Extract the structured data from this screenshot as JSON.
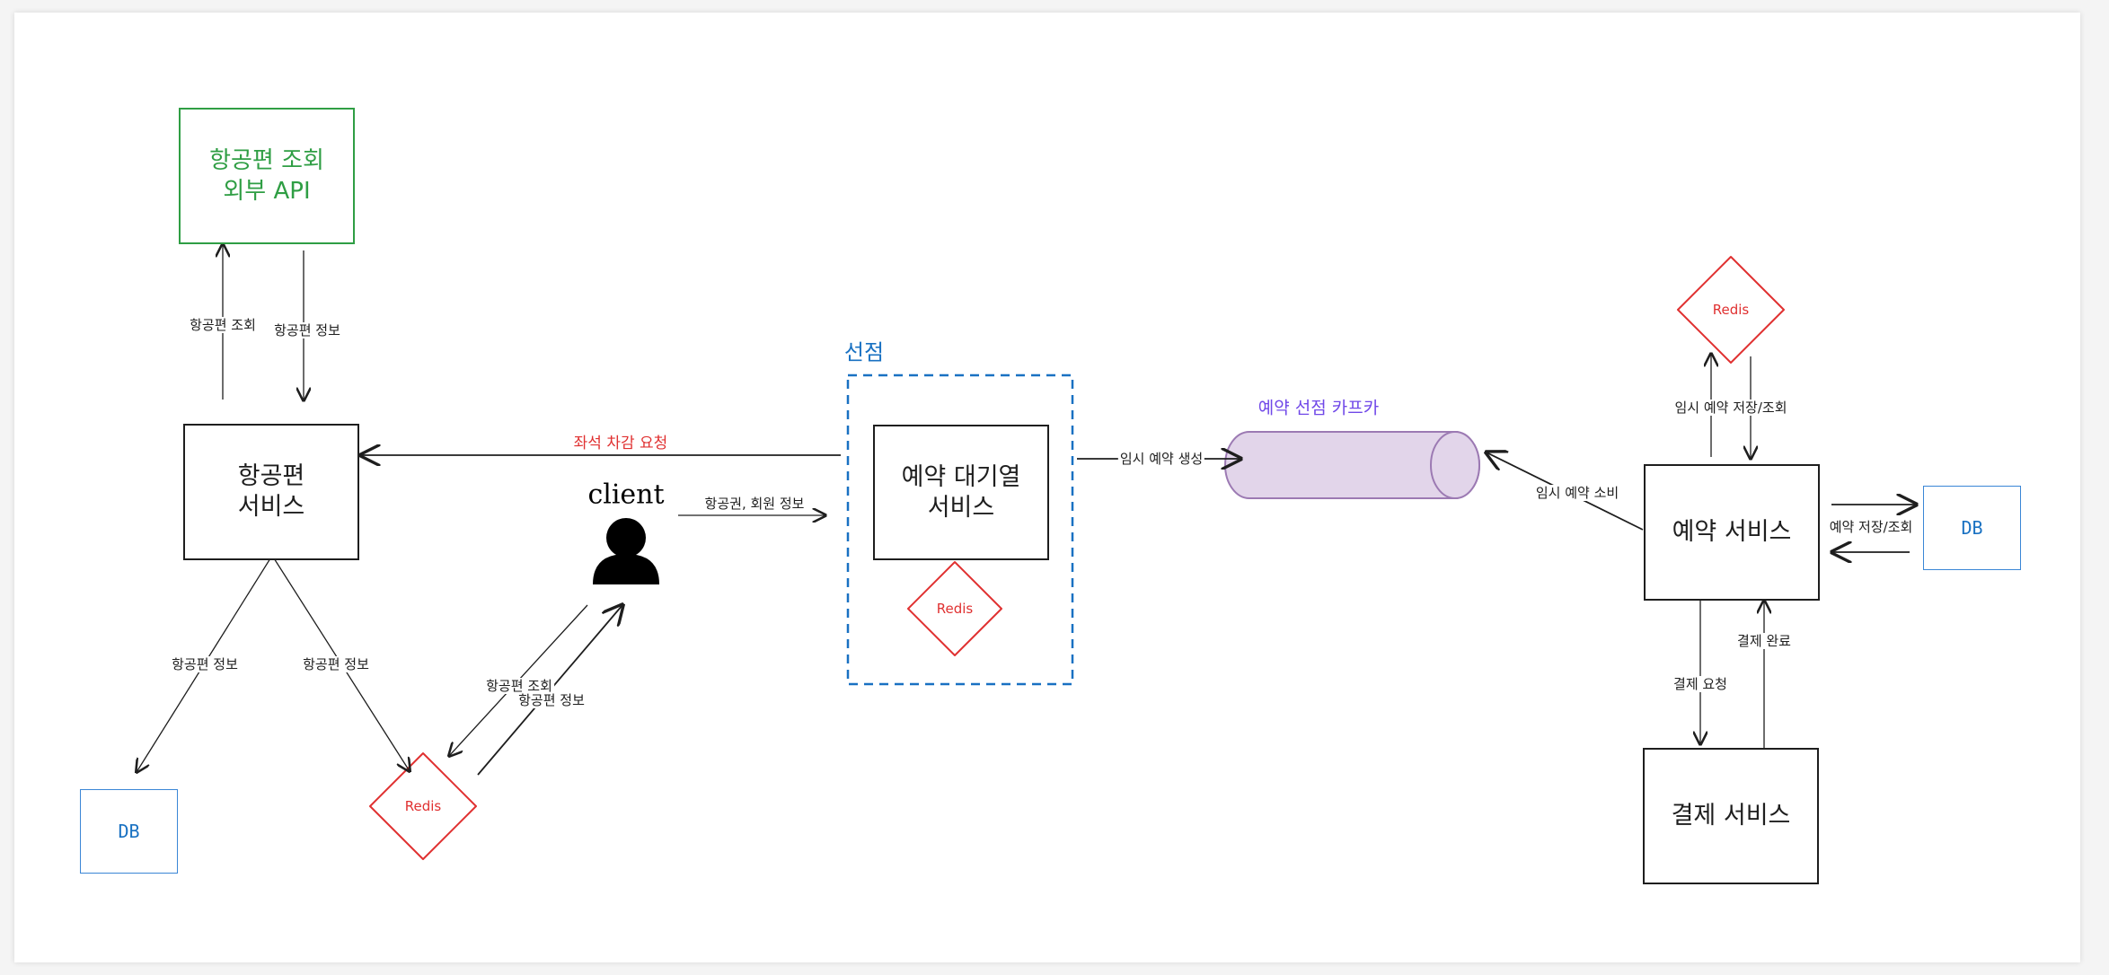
{
  "colors": {
    "green": "#2f9e44",
    "blue": "#1971c2",
    "red": "#e03131",
    "purple": "#7048e8",
    "kafka_fill": "#e2d5ea",
    "kafka_stroke": "#9c7ab3",
    "stroke": "#1e1e1e"
  },
  "nodes": {
    "external_api": "항공편 조회\n외부 API",
    "flight_service": "항공편\n서비스",
    "queue_service": "예약 대기열\n서비스",
    "reservation_service": "예약 서비스",
    "payment_service": "결제 서비스",
    "db_left": "DB",
    "db_right": "DB",
    "redis_left": "Redis",
    "redis_queue": "Redis",
    "redis_right": "Redis",
    "client": "client",
    "queue_group_title": "선점",
    "kafka_title": "예약 선점 카프카"
  },
  "edges": {
    "flight_lookup": "항공편 조회",
    "flight_info_down": "항공편 정보",
    "seat_deduct": "좌석 차감 요청",
    "to_db_left": "항공편 정보",
    "to_redis_left": "항공편 정보",
    "client_lookup": "항공편 조회",
    "redis_to_client": "항공편 정보",
    "ticket_member": "항공권, 회원 정보",
    "temp_create": "임시 예약 생성",
    "temp_consume": "임시 예약 소비",
    "temp_store": "임시 예약 저장/조회",
    "res_store": "예약 저장/조회",
    "pay_request": "결제 요청",
    "pay_done": "결제 완료"
  }
}
